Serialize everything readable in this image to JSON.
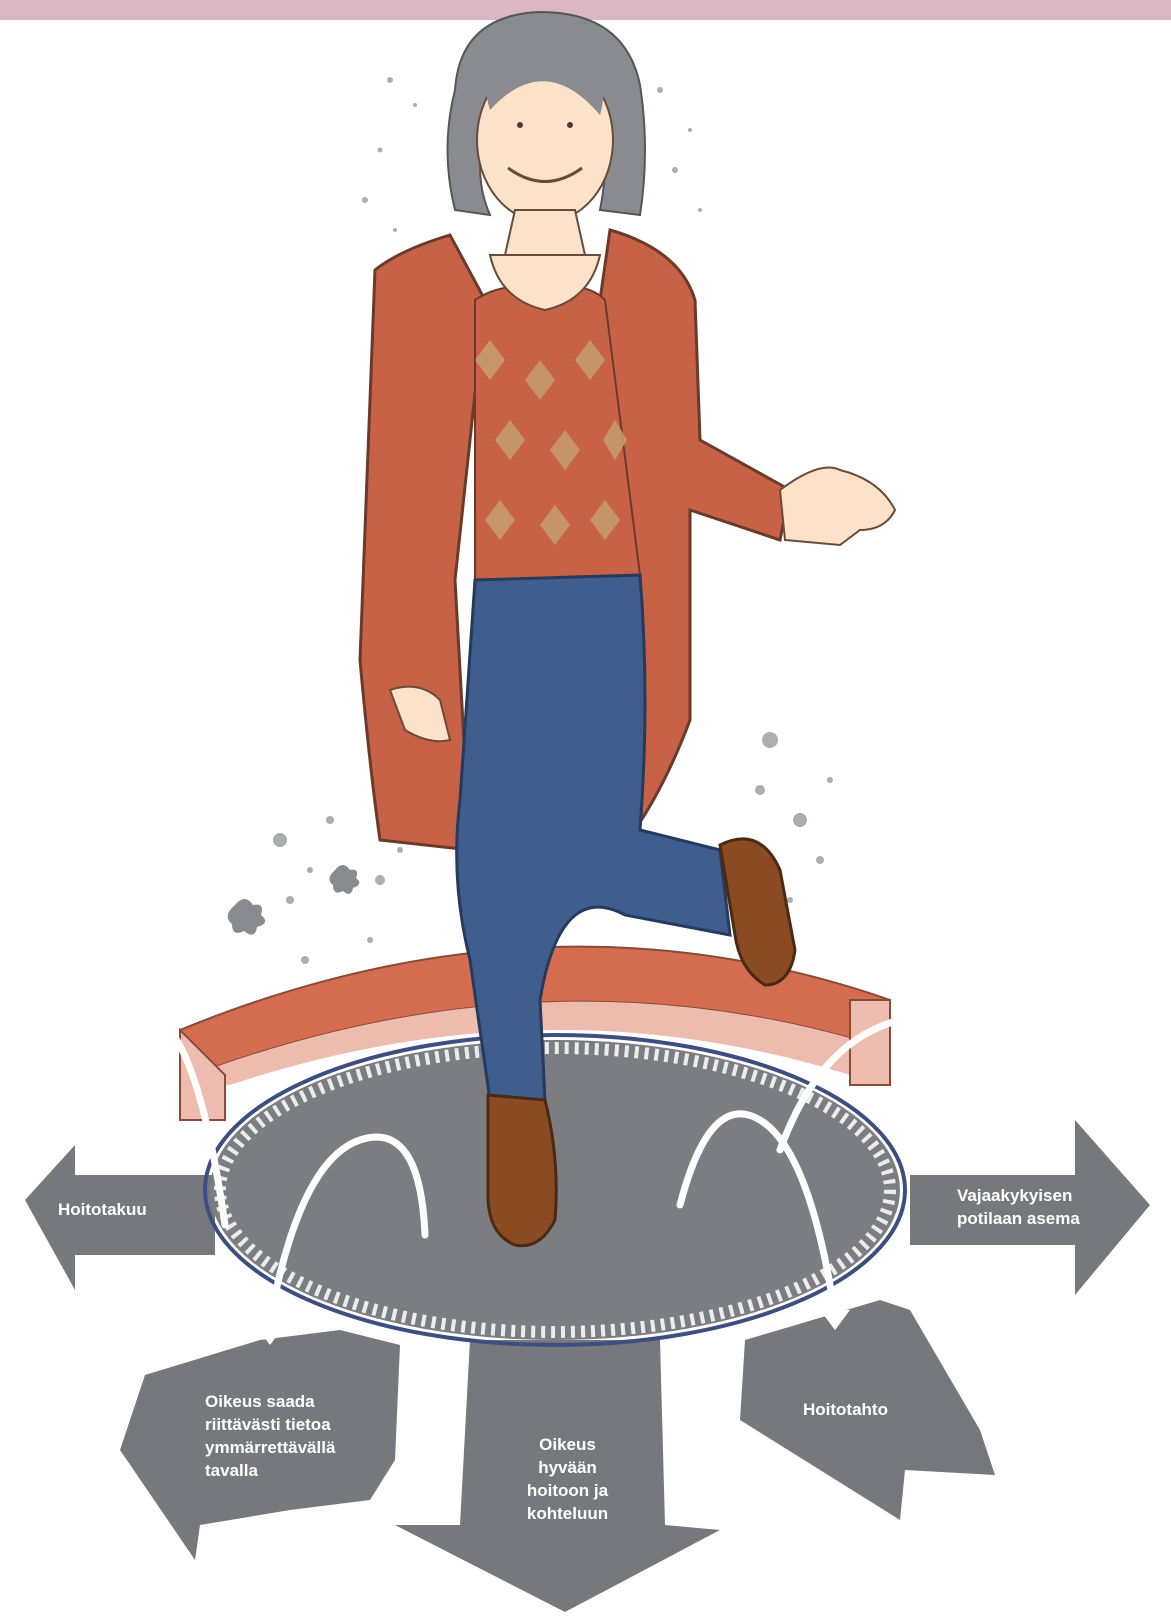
{
  "colors": {
    "top_band": "#dcb6c3",
    "arrow_fill": "#77787d",
    "trampoline_mat": "#7c7d82",
    "frame_orange": "#d46d50",
    "frame_pink": "#edbcae",
    "cardigan": "#c86246",
    "jeans": "#3f5e8e",
    "hair": "#8a8b90",
    "skin": "#fbe2c9",
    "top_pattern": "#c69a70",
    "shoes": "#8a4a22"
  },
  "labels": {
    "hoitotakuu": "Hoitotakuu",
    "vajaakykyisen": "Vajaakykyisen\npotilaan asema",
    "tieto": "Oikeus saada\nriittävästi tietoa\nymmärrettävällä\ntavalla",
    "hoitotahto": "Hoitotahto",
    "hyva_hoito": "Oikeus\nhyvään\nhoitoon ja\nkohteluun"
  },
  "illustration": {
    "subject": "woman-bouncing-on-trampoline-icon",
    "frame_pattern_glyph": "§"
  }
}
